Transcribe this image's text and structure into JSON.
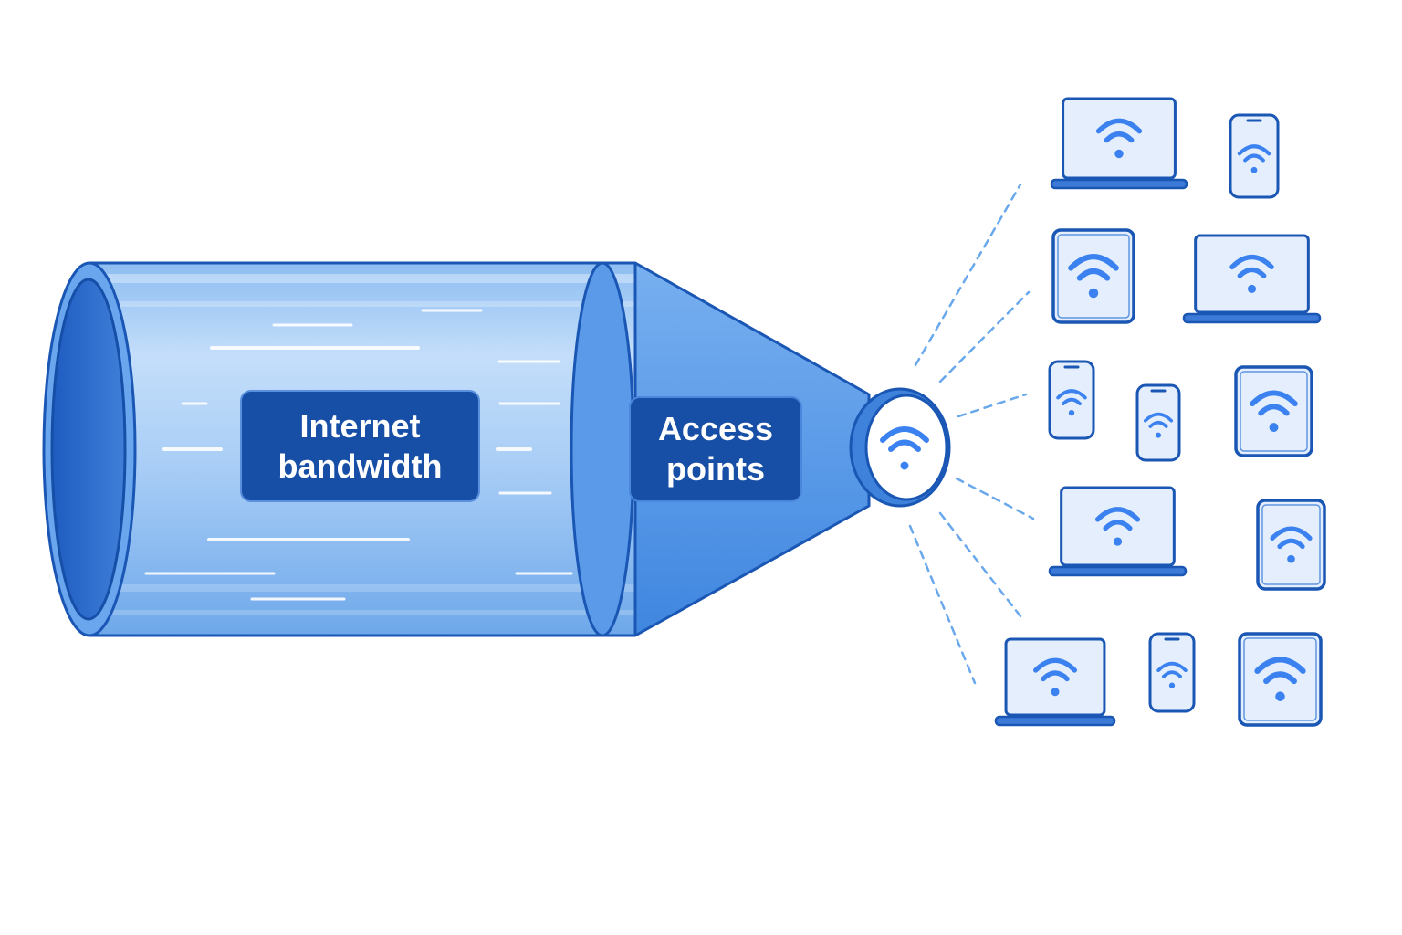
{
  "labels": {
    "bandwidth_line1": "Internet",
    "bandwidth_line2": "bandwidth",
    "access_line1": "Access",
    "access_line2": "points"
  },
  "colors": {
    "background": "#ffffff",
    "outline": "#1a56b4",
    "pipe_fill": "#9ec8f4",
    "cone_fill": "#5b9ae8",
    "label_fill": "#174fa6",
    "device_fill": "#e4eefc",
    "wifi_icon": "#3b82f0",
    "connection_line": "#6aa8ec"
  },
  "icons": {
    "center": "wifi-icon",
    "devices": [
      "laptop-icon",
      "phone-icon",
      "tablet-icon"
    ]
  },
  "devices": [
    {
      "type": "laptop"
    },
    {
      "type": "phone"
    },
    {
      "type": "tablet"
    },
    {
      "type": "laptop"
    },
    {
      "type": "phone"
    },
    {
      "type": "phone"
    },
    {
      "type": "tablet"
    },
    {
      "type": "laptop"
    },
    {
      "type": "tablet"
    },
    {
      "type": "laptop"
    },
    {
      "type": "phone"
    },
    {
      "type": "tablet"
    }
  ]
}
